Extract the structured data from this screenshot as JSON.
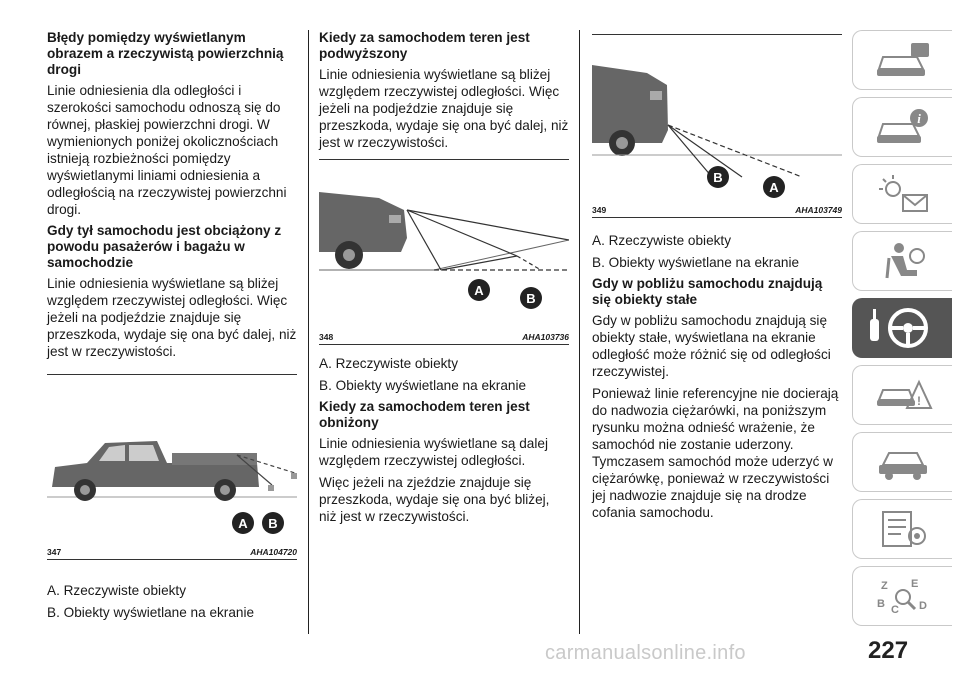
{
  "page_number": "227",
  "watermark": "carmanualsonline.info",
  "col1": {
    "h1": "Błędy pomiędzy wyświetlanym obrazem a rzeczywistą powierzchnią drogi",
    "p1": "Linie odniesienia dla odległości i szerokości samochodu odnoszą się do równej, płaskiej powierzchni drogi. W wymienionych poniżej okolicznościach istnieją rozbieżności pomiędzy wyświetlanymi liniami odniesienia a odległością na rzeczywistej powierzchni drogi.",
    "h2": "Gdy tył samochodu jest obciążony z powodu pasażerów i bagażu w samochodzie",
    "p2": "Linie odniesienia wyświetlane są bliżej względem rzeczywistej odległości. Więc jeżeli na podjeździe znajduje się przeszkoda, wydaje się ona być dalej, niż jest w rzeczywistości.",
    "fig": {
      "num": "347",
      "code": "AHA104720",
      "label_a": "A",
      "label_b": "B"
    },
    "legend_a": "A. Rzeczywiste obiekty",
    "legend_b": "B. Obiekty wyświetlane na ekranie"
  },
  "col2": {
    "h1": "Kiedy za samochodem teren jest podwyższony",
    "p1": "Linie odniesienia wyświetlane są bliżej względem rzeczywistej odległości. Więc jeżeli na podjeździe znajduje się przeszkoda, wydaje się ona być dalej, niż jest w rzeczywistości.",
    "fig": {
      "num": "348",
      "code": "AHA103736",
      "label_a": "A",
      "label_b": "B"
    },
    "legend_a": "A. Rzeczywiste obiekty",
    "legend_b": "B. Obiekty wyświetlane na ekranie",
    "h2": "Kiedy za samochodem teren jest obniżony",
    "p2": "Linie odniesienia wyświetlane są dalej względem rzeczywistej odległości.",
    "p3": "Więc jeżeli na zjeździe znajduje się przeszkoda, wydaje się ona być bliżej, niż jest w rzeczywistości."
  },
  "col3": {
    "fig": {
      "num": "349",
      "code": "AHA103749",
      "label_a": "A",
      "label_b": "B"
    },
    "legend_a": "A. Rzeczywiste obiekty",
    "legend_b": "B. Obiekty wyświetlane na ekranie",
    "h1": "Gdy w pobliżu samochodu znajdują się obiekty stałe",
    "p1": "Gdy w pobliżu samochodu znajdują się obiekty stałe, wyświetlana na ekranie odległość może różnić się od odległości rzeczywistej.",
    "p2": "Ponieważ linie referencyjne nie docierają do nadwozia ciężarówki, na poniższym rysunku można odnieść wrażenie, że samochód nie zostanie uderzony. Tymczasem samochód może uderzyć w ciężarówkę, ponieważ w rzeczywistości jej nadwozie znajduje się na drodze cofania samochodu."
  },
  "tabs": [
    {
      "icon": "car-dashboard-icon",
      "active": false
    },
    {
      "icon": "car-info-icon",
      "active": false
    },
    {
      "icon": "warning-lights-icon",
      "active": false
    },
    {
      "icon": "seat-airbag-icon",
      "active": false
    },
    {
      "icon": "steering-wheel-key-icon",
      "active": true
    },
    {
      "icon": "warning-triangle-icon",
      "active": false
    },
    {
      "icon": "car-maintenance-icon",
      "active": false
    },
    {
      "icon": "technical-data-icon",
      "active": false
    },
    {
      "icon": "alphabetical-index-icon",
      "active": false
    }
  ]
}
